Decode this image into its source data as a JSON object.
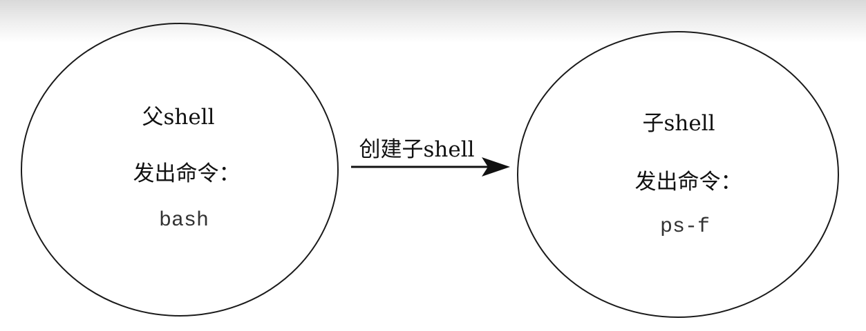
{
  "parent": {
    "title": "父shell",
    "action": "发出命令：",
    "command": "bash"
  },
  "child": {
    "title": "子shell",
    "action": "发出命令：",
    "command": "ps-f"
  },
  "arrow": {
    "label": "创建子shell"
  }
}
